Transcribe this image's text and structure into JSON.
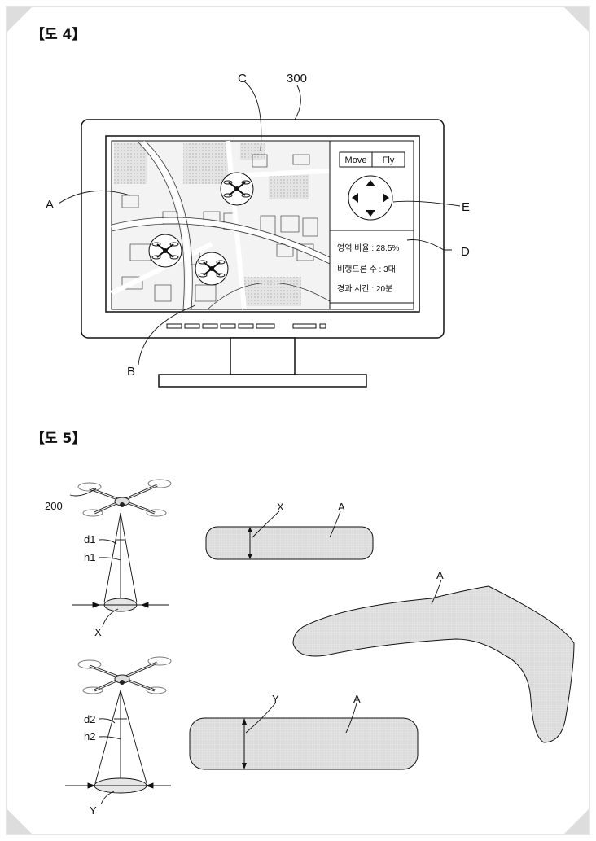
{
  "figure4": {
    "title": "【도 4】",
    "labels": {
      "C": "C",
      "ref300": "300",
      "A": "A",
      "E": "E",
      "D": "D",
      "B": "B"
    },
    "panel": {
      "move_button": "Move",
      "fly_button": "Fly",
      "area_ratio": "영역 비율 : 28.5%",
      "drone_count": "비행드론 수 : 3대",
      "elapsed_time": "경과 시간 : 20분"
    }
  },
  "figure5": {
    "title": "【도 5】",
    "labels": {
      "drone_ref": "200",
      "d1": "d1",
      "h1": "h1",
      "X": "X",
      "d2": "d2",
      "h2": "h2",
      "Y": "Y",
      "band1_X": "X",
      "band1_A": "A",
      "band2_Y": "Y",
      "band2_A": "A",
      "shape_A": "A"
    }
  }
}
